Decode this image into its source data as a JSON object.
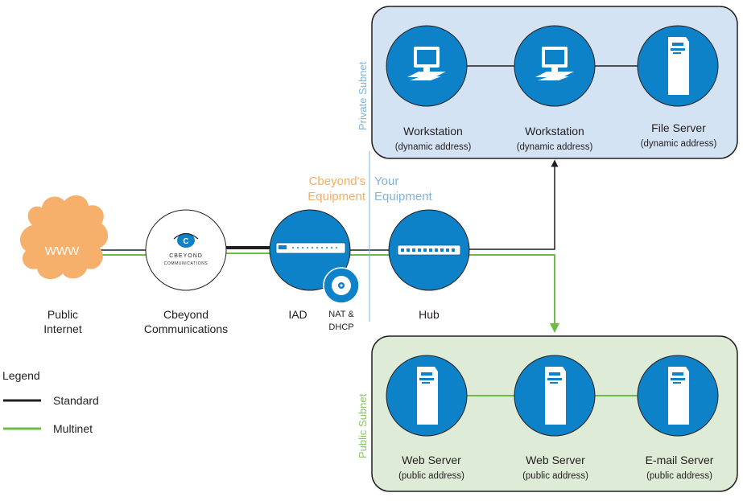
{
  "colors": {
    "private_fill": "#d3e3f3",
    "public_fill": "#deebd6",
    "node_blue": "#0e82c8",
    "standard_line": "#231f20",
    "multinet_line": "#6cbd45",
    "cloud": "#f7b06b",
    "cbeyond_orange": "#f5ae62",
    "your_blue": "#7fb4dc"
  },
  "private_subnet": {
    "label": "Private Subnet",
    "nodes": [
      {
        "icon": "workstation-icon",
        "name": "Workstation",
        "address": "(dynamic address)"
      },
      {
        "icon": "workstation-icon",
        "name": "Workstation",
        "address": "(dynamic address)"
      },
      {
        "icon": "file-server-icon",
        "name": "File Server",
        "address": "(dynamic address)"
      }
    ]
  },
  "public_subnet": {
    "label": "Public Subnet",
    "nodes": [
      {
        "icon": "web-server-icon",
        "name": "Web Server",
        "address": "(public address)"
      },
      {
        "icon": "web-server-icon",
        "name": "Web Server",
        "address": "(public address)"
      },
      {
        "icon": "email-server-icon",
        "name": "E-mail Server",
        "address": "(public address)"
      }
    ]
  },
  "internet": {
    "cloud_text": "WWW",
    "label_line1": "Public",
    "label_line2": "Internet"
  },
  "cbeyond": {
    "logo_letter": "C",
    "logo_line1": "CBEYOND",
    "logo_line2": "COMMUNICATIONS",
    "label_line1": "Cbeyond",
    "label_line2": "Communications"
  },
  "iad": {
    "label": "IAD",
    "nat_line1": "NAT &",
    "nat_line2": "DHCP"
  },
  "hub": {
    "label": "Hub"
  },
  "equipment": {
    "cbeyond_line1": "Cbeyond's",
    "cbeyond_line2": "Equipment",
    "your_line1": "Your",
    "your_line2": "Equipment"
  },
  "legend": {
    "title": "Legend",
    "items": [
      {
        "label": "Standard",
        "color": "#231f20"
      },
      {
        "label": "Multinet",
        "color": "#6cbd45"
      }
    ]
  }
}
